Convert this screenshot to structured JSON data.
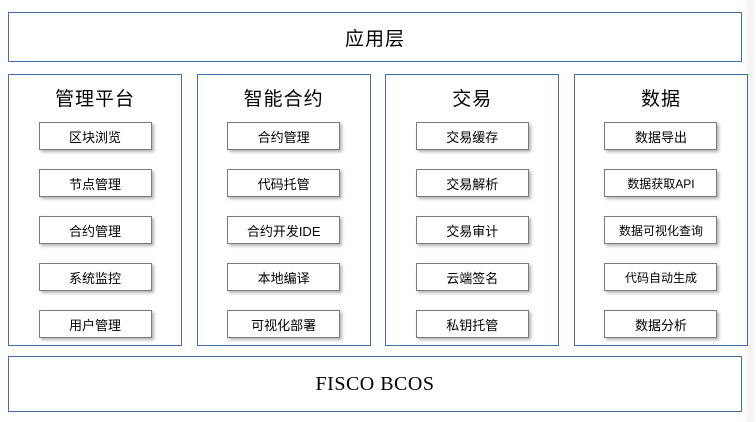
{
  "diagram": {
    "top_band": {
      "label": "应用层"
    },
    "bottom_band": {
      "label": "FISCO BCOS"
    },
    "columns": [
      {
        "title": "管理平台",
        "items": [
          {
            "label": "区块浏览"
          },
          {
            "label": "节点管理"
          },
          {
            "label": "合约管理"
          },
          {
            "label": "系统监控"
          },
          {
            "label": "用户管理"
          }
        ]
      },
      {
        "title": "智能合约",
        "items": [
          {
            "label": "合约管理"
          },
          {
            "label": "代码托管"
          },
          {
            "label": "合约开发IDE"
          },
          {
            "label": "本地编译"
          },
          {
            "label": "可视化部署"
          }
        ]
      },
      {
        "title": "交易",
        "items": [
          {
            "label": "交易缓存"
          },
          {
            "label": "交易解析"
          },
          {
            "label": "交易审计"
          },
          {
            "label": "云端签名"
          },
          {
            "label": "私钥托管"
          }
        ]
      },
      {
        "title": "数据",
        "items": [
          {
            "label": "数据导出"
          },
          {
            "label": "数据获取API"
          },
          {
            "label": "数据可视化查询"
          },
          {
            "label": "代码自动生成"
          },
          {
            "label": "数据分析"
          }
        ]
      }
    ]
  },
  "colors": {
    "band_border": "#4472a8",
    "column_border": "#4472a8",
    "item_border": "#7b7b7b",
    "background": "#ffffff",
    "text": "#000000"
  }
}
